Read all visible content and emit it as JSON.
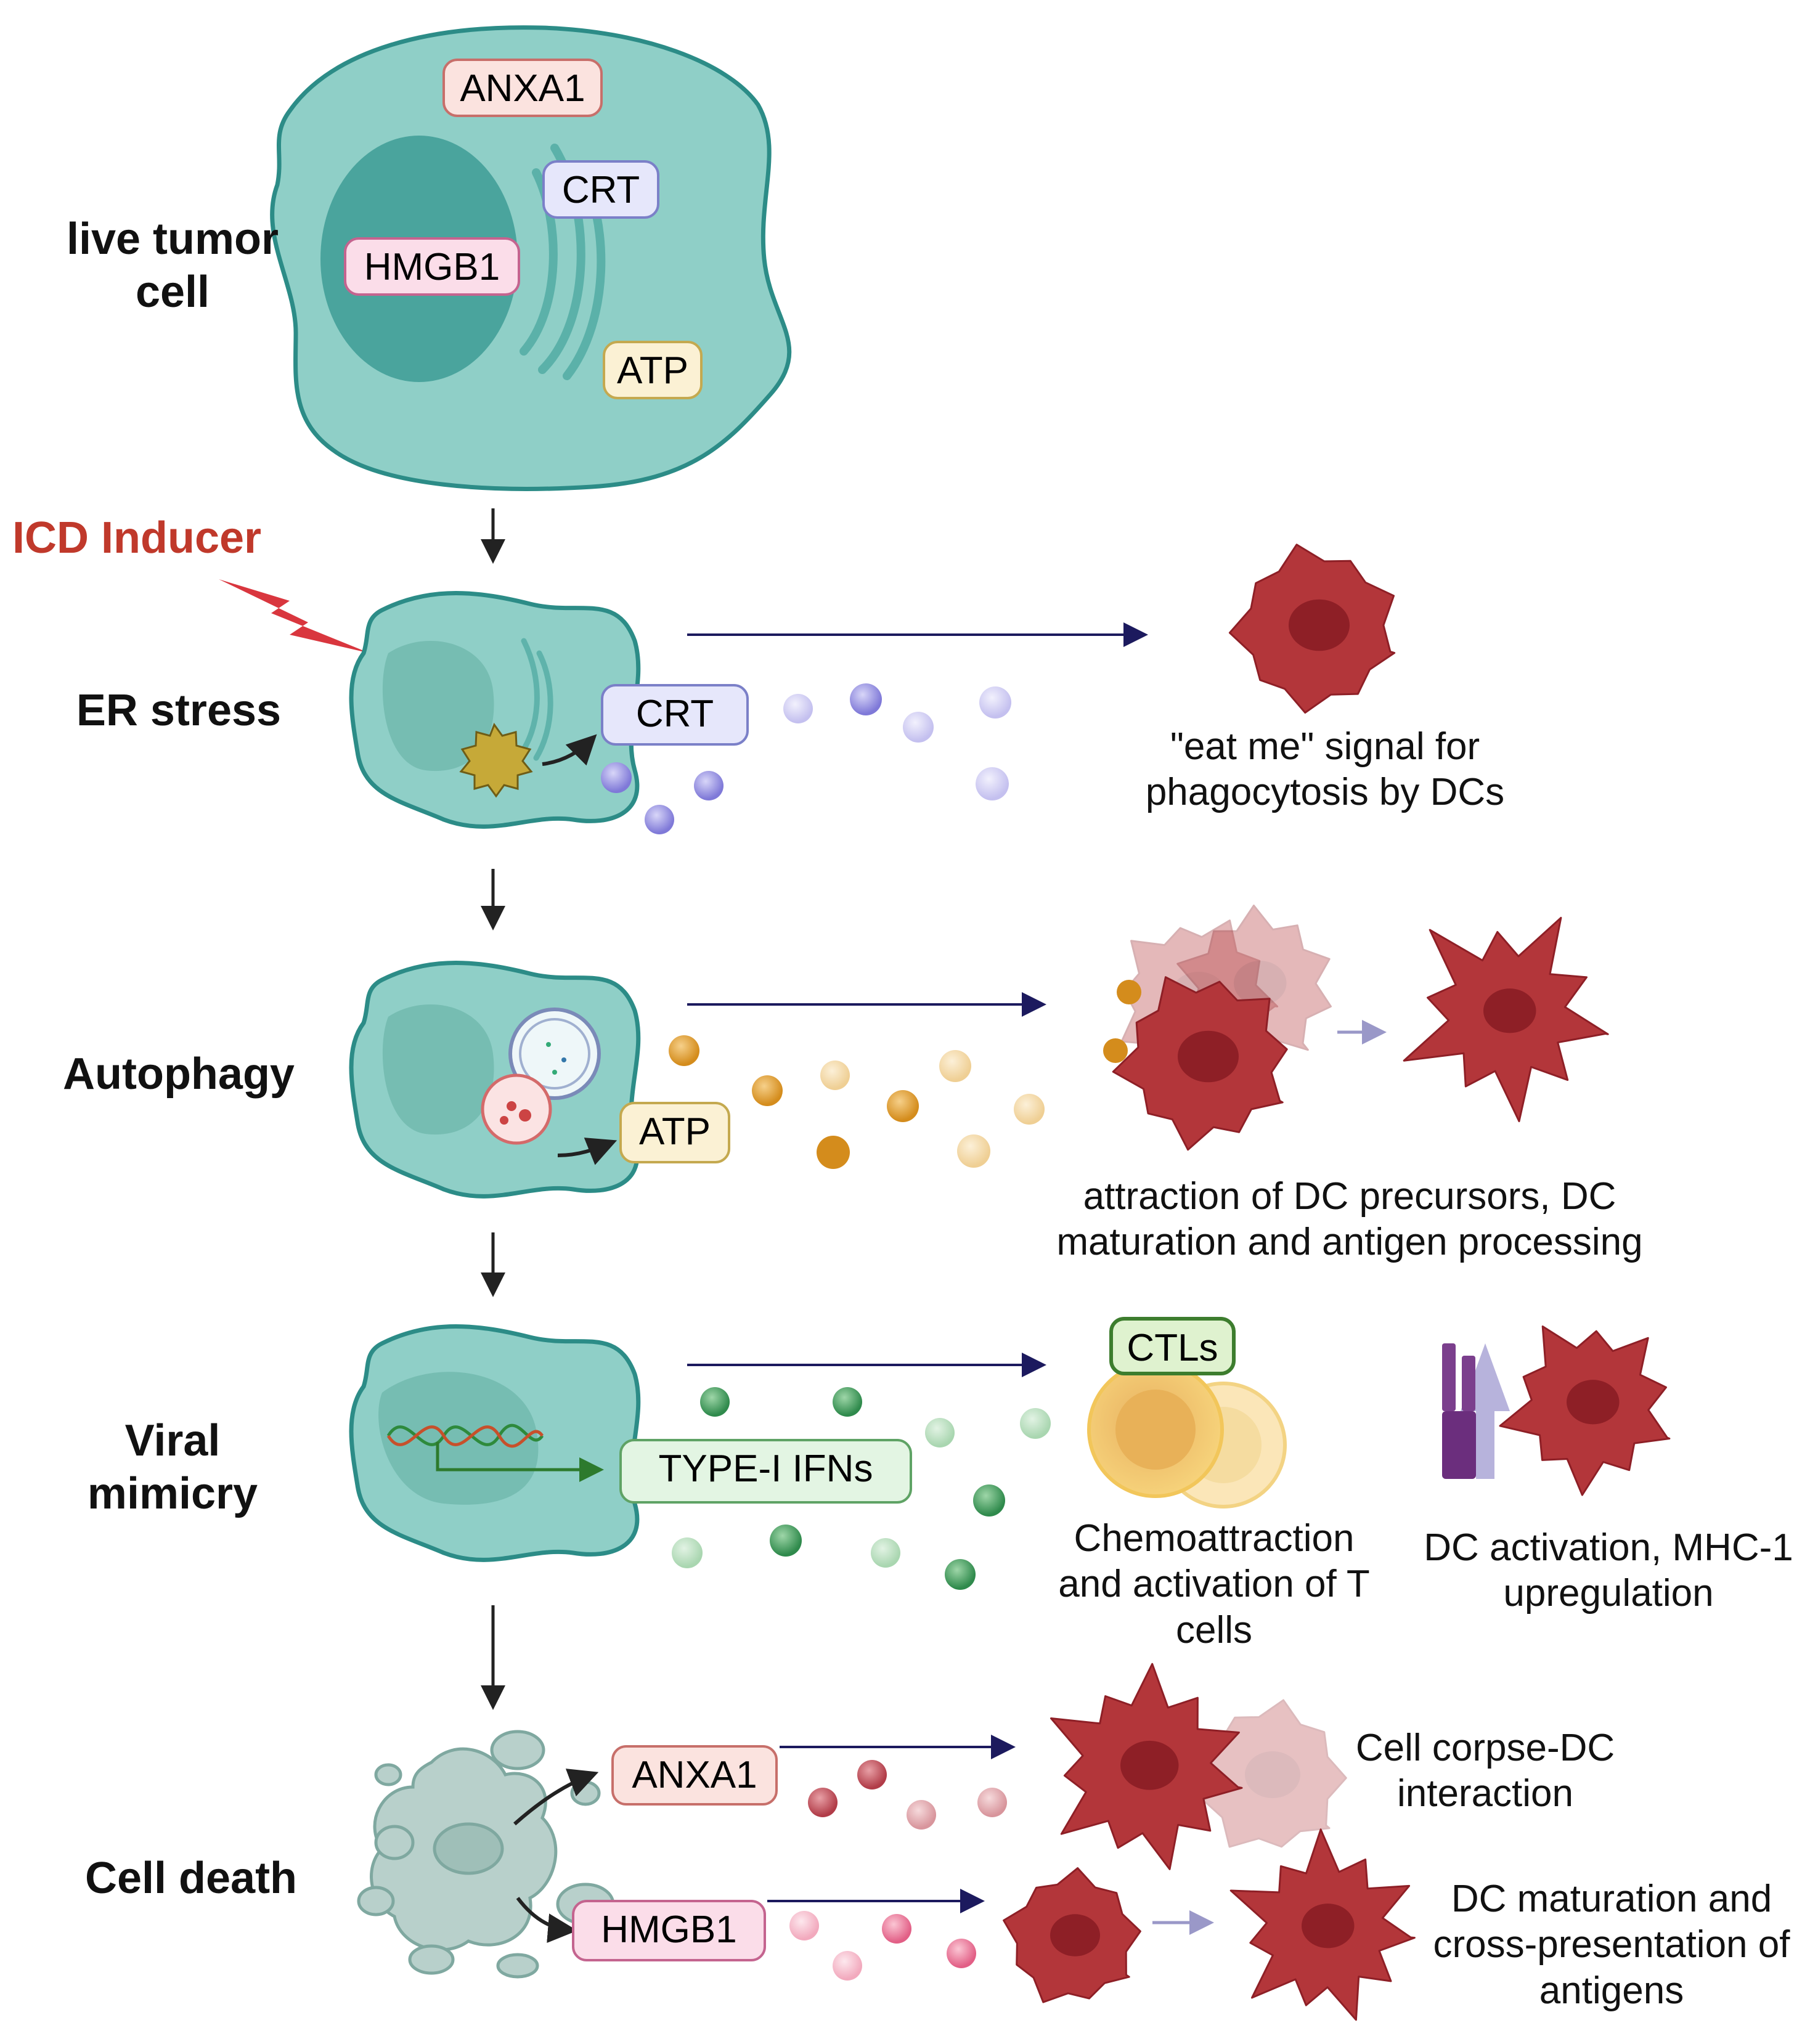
{
  "title": "",
  "stages": [
    {
      "id": "live",
      "label": "live tumor cell"
    },
    {
      "id": "er",
      "label": "ER stress"
    },
    {
      "id": "autophagy",
      "label": "Autophagy"
    },
    {
      "id": "viral",
      "label": "Viral mimicry"
    },
    {
      "id": "death",
      "label": "Cell death"
    }
  ],
  "inducer": "ICD Inducer",
  "tags": {
    "live_anxa1": "ANXA1",
    "live_crt": "CRT",
    "live_hmgb1": "HMGB1",
    "live_atp": "ATP",
    "er_crt": "CRT",
    "auto_atp": "ATP",
    "viral_ifn": "TYPE-I IFNs",
    "ctls": "CTLs",
    "death_anxa1": "ANXA1",
    "death_hmgb1": "HMGB1"
  },
  "captions": {
    "er": "\"eat me\" signal for phagocytosis by DCs",
    "autophagy": "attraction of DC precursors, DC maturation and antigen processing",
    "viral_t": "Chemoattraction and activation of T cells",
    "viral_dc": "DC activation, MHC-1 upregulation",
    "death_corpse": "Cell corpse-DC interaction",
    "death_dc": "DC maturation and cross-presentation of antigens"
  },
  "colors": {
    "tumor_fill": "#8fcfc7",
    "tumor_stroke": "#2c8c87",
    "nucleus": "#3e9c95",
    "dc_red": "#b3363a",
    "dc_dark": "#8e1f26",
    "arrow_navy": "#1c1a5e",
    "inducer_red": "#c0392b",
    "crt_dot": "#8b86e0",
    "atp_dot": "#e0a030",
    "ifn_dot": "#3a9a5a",
    "anxa1_dot": "#c0505a",
    "hmgb1_dot": "#e87a9a"
  }
}
